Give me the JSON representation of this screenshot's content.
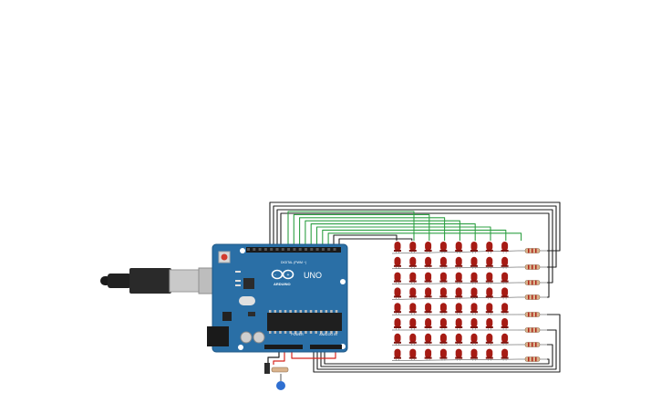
{
  "board": {
    "brand": "ARDUINO",
    "model": "UNO",
    "digital_header_label": "DIGITAL (PWM ~)",
    "power_label": "POWER",
    "analog_label": "ANALOG IN",
    "icon": "arduino-infinity-logo"
  },
  "led_matrix": {
    "rows": 8,
    "cols": 8
  },
  "resistors": {
    "count": 8
  },
  "colors": {
    "board": "#2a6fa6",
    "led": "#a61b14",
    "wire_black": "#1e1e1e",
    "wire_green": "#2ea043",
    "wire_red": "#d7261e",
    "sensor": "#2f6fd1"
  }
}
